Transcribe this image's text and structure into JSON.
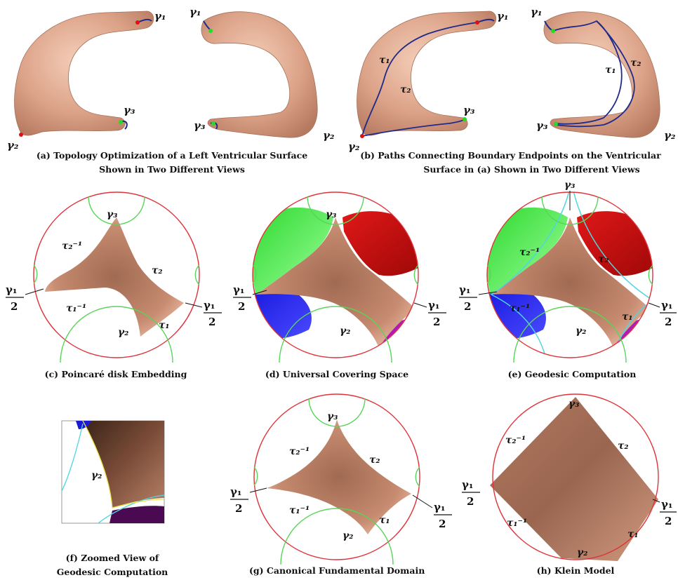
{
  "captions": {
    "a": [
      "(a) Topology Optimization of a Left Ventricular Surface",
      "Shown in Two Different Views"
    ],
    "b": [
      "(b) Paths Connecting Boundary Endpoints on the Ventricular",
      "Surface in (a) Shown in Two Different Views"
    ],
    "c": "(c) Poincaré disk Embedding",
    "d": "(d) Universal Covering Space",
    "e": "(e) Geodesic Computation",
    "f": [
      "(f) Zoomed View of",
      "Geodesic Computation"
    ],
    "g": "(g) Canonical Fundamental Domain",
    "h": "(h) Klein Model"
  },
  "labels": {
    "gamma1": "γ₁",
    "gamma2": "γ₂",
    "gamma3": "γ₃",
    "tau1": "τ₁",
    "tau2": "τ₂",
    "tau1_inv": "τ₁⁻¹",
    "tau2_inv": "τ₂⁻¹",
    "half_num": "γ₁",
    "half_den": "2"
  },
  "colors": {
    "surface": "#c98a70",
    "surface_light": "#f0c4ad",
    "disk_boundary": "#e0323a",
    "boundary_arc": "#58d558",
    "geodesic": "#4fd6e0",
    "path": "#1f2a8a",
    "copy_green": "#2ecc2e",
    "copy_red": "#d61515",
    "copy_blue": "#1a1ad6",
    "copy_purple": "#b01ab8",
    "red_dot": "#e01010",
    "green_dot": "#22dd22"
  }
}
